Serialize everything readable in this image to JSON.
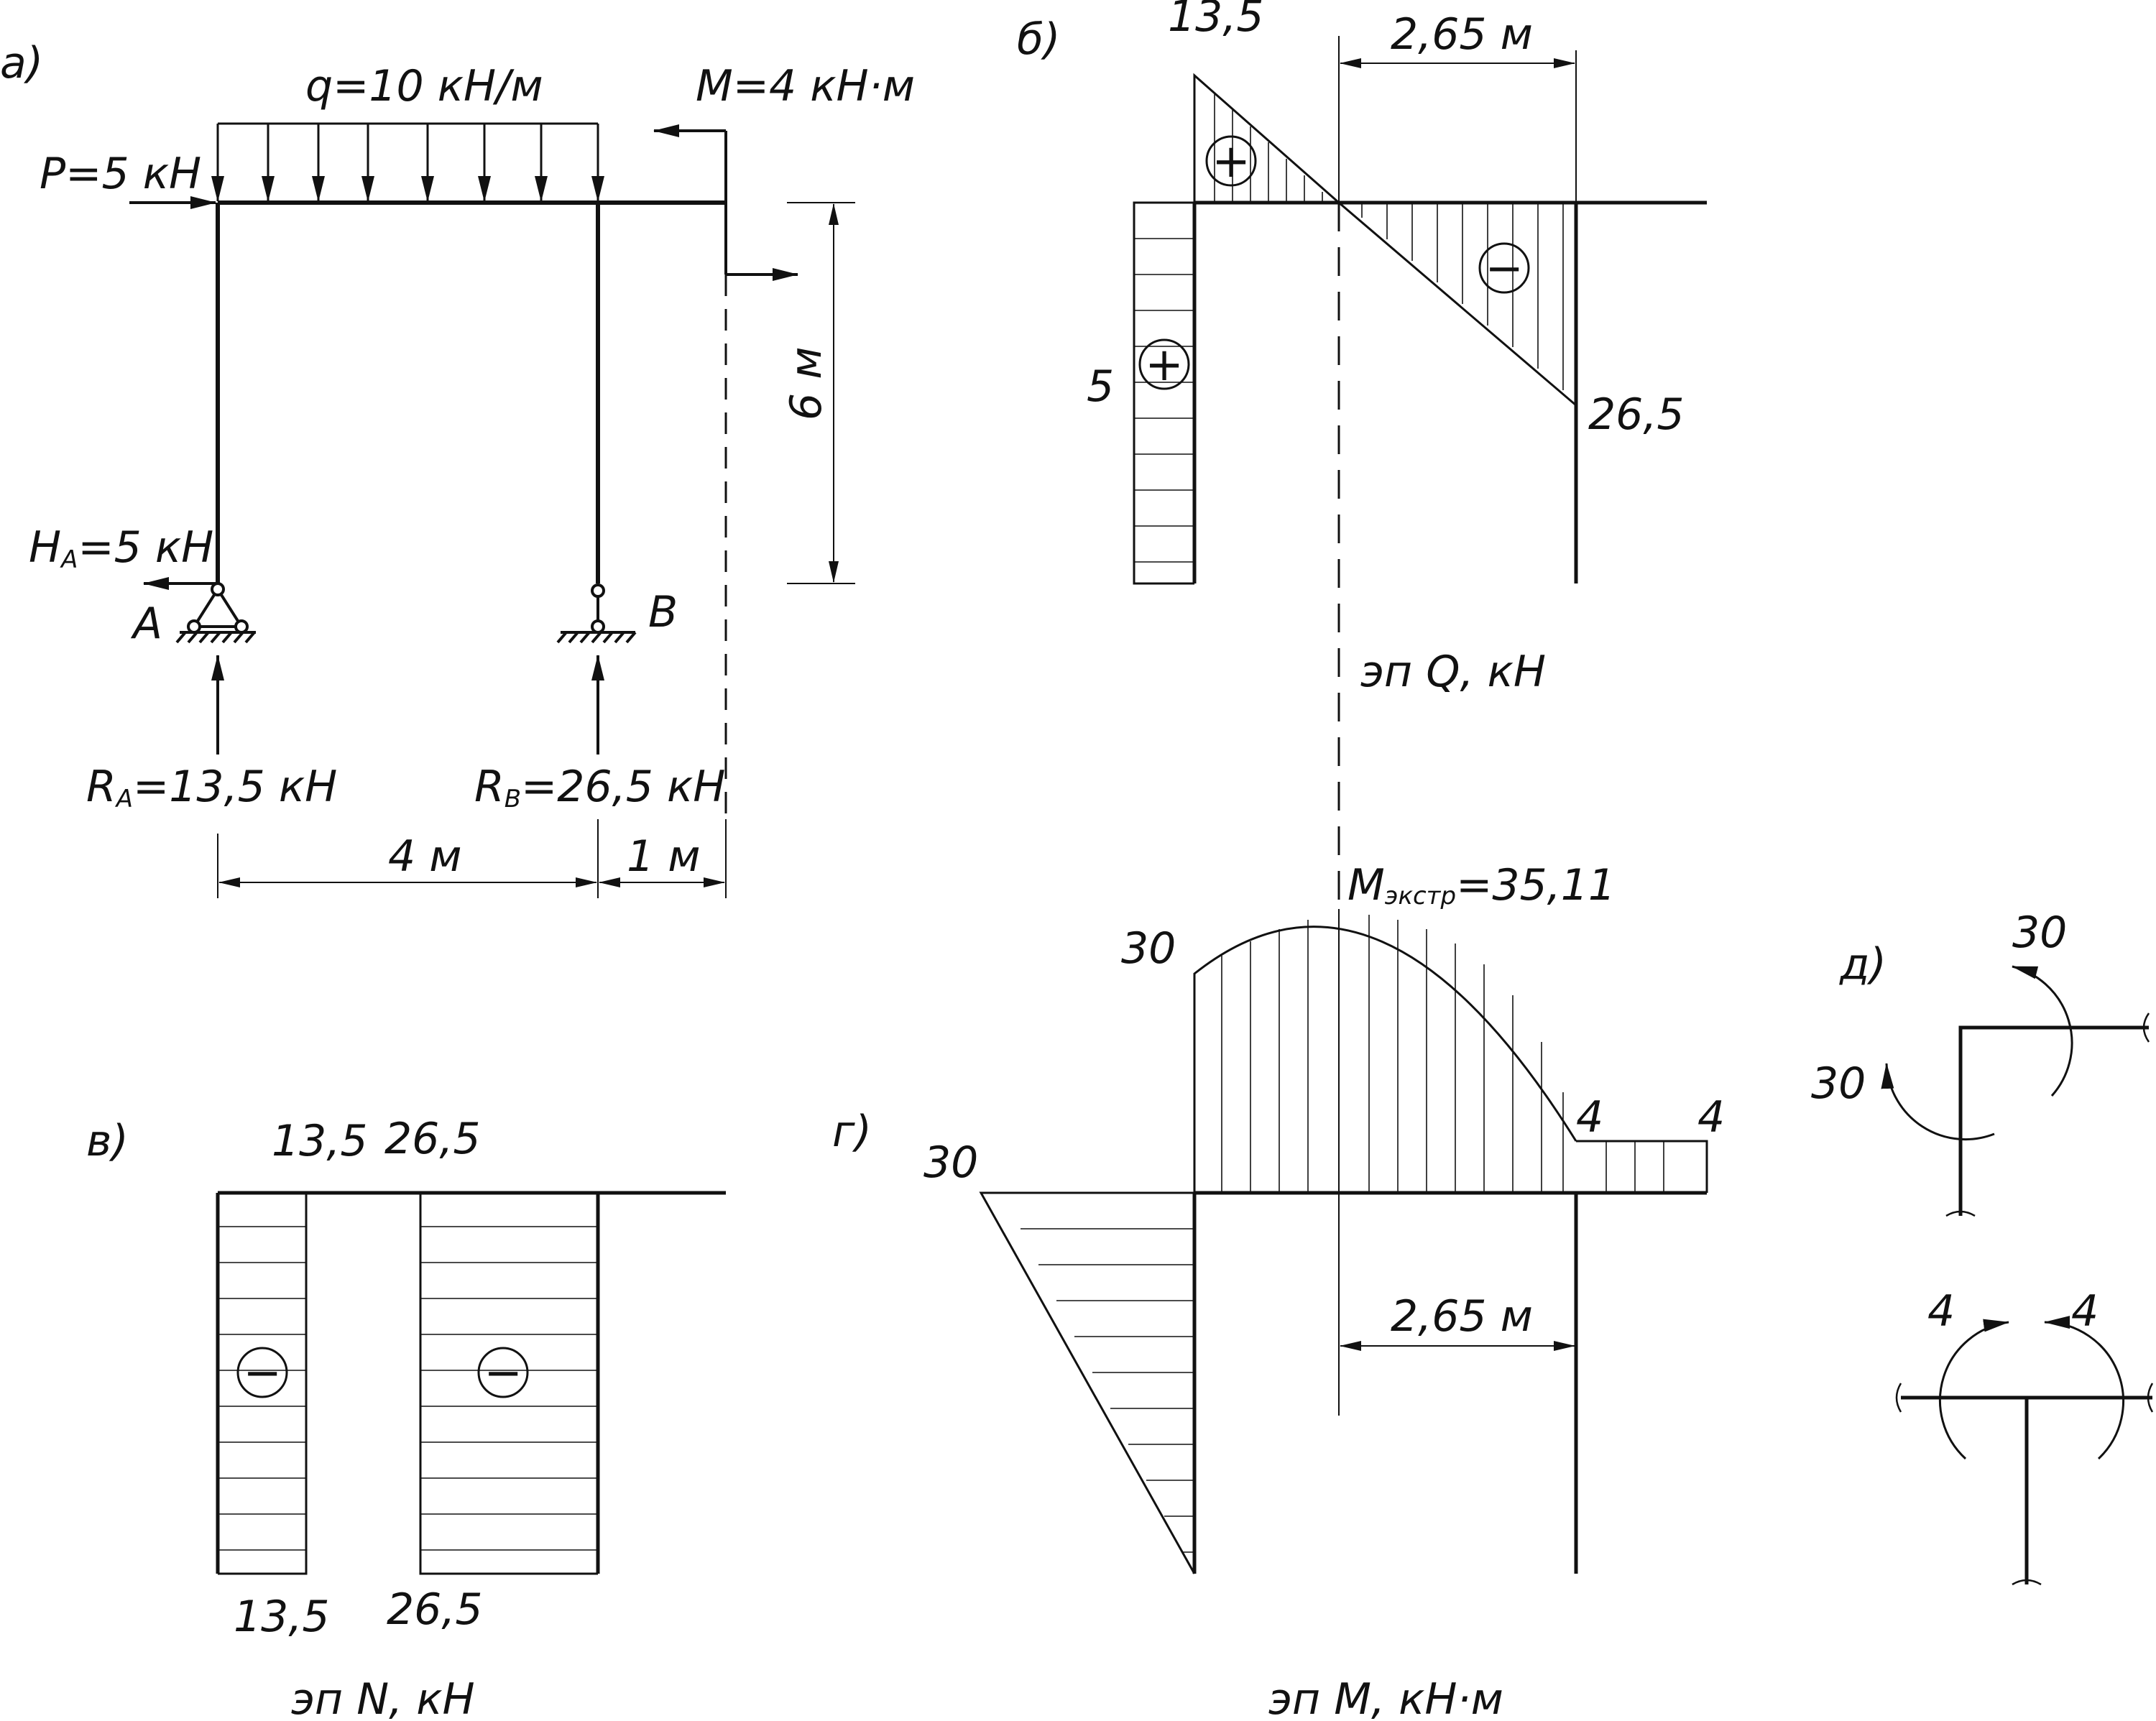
{
  "panel_labels": {
    "a": "а)",
    "b": "б)",
    "v": "в)",
    "g": "г)",
    "d": "д)"
  },
  "scheme": {
    "q_load": "q=10 кН/м",
    "moment": "M=4 кН·м",
    "force_p": "P=5 кН",
    "ha_main": "H",
    "ha_sub": "A",
    "ha_value": "=5 кН",
    "support_a": "A",
    "support_b": "B",
    "ra_main": "R",
    "ra_sub": "A",
    "ra_value": "=13,5 кН",
    "rb_main": "R",
    "rb_sub": "B",
    "rb_value": "=26,5 кН",
    "span_ab": "4 м",
    "overhang": "1 м",
    "height": "6 м"
  },
  "diagram_q": {
    "title": "эп Q, кН",
    "val_top": "13,5",
    "val_left": "5",
    "val_right": "26,5",
    "zero_dim": "2,65 м",
    "plus": "+",
    "minus": "−"
  },
  "diagram_n": {
    "title": "эп N, кН",
    "top_left": "13,5",
    "top_right": "26,5",
    "bot_left": "13,5",
    "bot_right": "26,5",
    "minus": "−"
  },
  "diagram_m": {
    "title": "эп M, кН·м",
    "extreme_main": "M",
    "extreme_sub": "экстр",
    "extreme_value": "=35,11",
    "val_30_top": "30",
    "val_30_left": "30",
    "val_4_a": "4",
    "val_4_b": "4",
    "dim": "2,65 м"
  },
  "node_check": {
    "corner_30_top": "30",
    "corner_30_left": "30",
    "tee_4_left": "4",
    "tee_4_right": "4"
  }
}
